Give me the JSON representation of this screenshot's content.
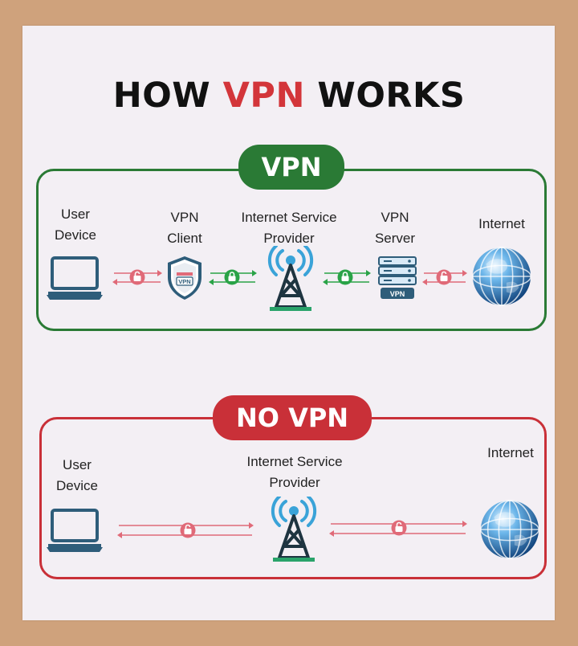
{
  "title": {
    "prefix": "HOW ",
    "accent": "VPN",
    "suffix": " WORKS"
  },
  "colors": {
    "accent_red": "#d3353a",
    "vpn_green": "#2a7a35",
    "novpn_red": "#c93038",
    "icon_navy": "#2e5d7a",
    "signal_blue": "#3aa3d8"
  },
  "vpn_panel": {
    "heading": "VPN",
    "labels": {
      "user_device_1": "User",
      "user_device_2": "Device",
      "vpn_client_1": "VPN",
      "vpn_client_2": "Client",
      "isp_1": "Internet Service",
      "isp_2": "Provider",
      "vpn_server_1": "VPN",
      "vpn_server_2": "Server",
      "internet": "Internet"
    },
    "badges": {
      "client": "VPN",
      "server": "VPN"
    },
    "icons": [
      "laptop-icon",
      "shield-icon",
      "tower-icon",
      "server-icon",
      "globe-icon"
    ],
    "links": [
      {
        "lock": "open",
        "color": "red"
      },
      {
        "lock": "closed",
        "color": "green"
      },
      {
        "lock": "closed",
        "color": "green"
      },
      {
        "lock": "open",
        "color": "red"
      }
    ]
  },
  "novpn_panel": {
    "heading": "NO VPN",
    "labels": {
      "user_device_1": "User",
      "user_device_2": "Device",
      "isp_1": "Internet Service",
      "isp_2": "Provider",
      "internet": "Internet"
    },
    "icons": [
      "laptop-icon",
      "tower-icon",
      "globe-icon"
    ],
    "links": [
      {
        "lock": "open",
        "color": "red"
      },
      {
        "lock": "open",
        "color": "red"
      }
    ]
  }
}
